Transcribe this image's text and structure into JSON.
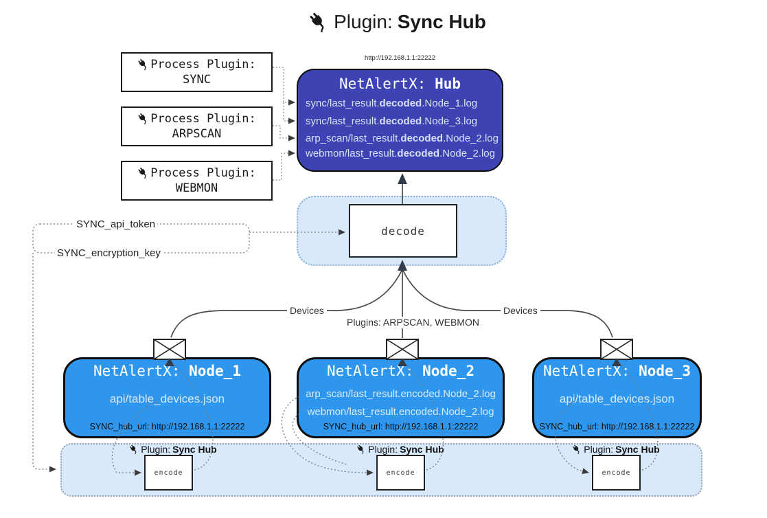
{
  "title": {
    "icon": "plug-icon",
    "prefix": "Plugin: ",
    "bold": "Sync Hub"
  },
  "process_plugins": [
    {
      "label": "Process Plugin:",
      "name": "SYNC"
    },
    {
      "label": "Process Plugin:",
      "name": "ARPSCAN"
    },
    {
      "label": "Process Plugin:",
      "name": "WEBMON"
    }
  ],
  "hub": {
    "url": "http://192.168.1.1:22222",
    "title_prefix": "NetAlertX: ",
    "title_bold": "Hub",
    "lines": [
      {
        "pre": "sync/last_result.",
        "bold": "decoded",
        "post": ".Node_1.log"
      },
      {
        "pre": "sync/last_result.",
        "bold": "decoded",
        "post": ".Node_3.log"
      },
      {
        "pre": "arp_scan/last_result.",
        "bold": "decoded",
        "post": ".Node_2.log"
      },
      {
        "pre": "webmon/last_result.",
        "bold": "decoded",
        "post": ".Node_2.log"
      }
    ]
  },
  "decode": {
    "label": "decode"
  },
  "config": {
    "api_token": "SYNC_api_token",
    "encryption_key": "SYNC_encryption_key"
  },
  "edge_labels": {
    "devices_left": "Devices",
    "plugins_middle": "Plugins: ARPSCAN, WEBMON",
    "devices_right": "Devices"
  },
  "nodes": [
    {
      "title_prefix": "NetAlertX: ",
      "title_bold": "Node_1",
      "line1": "api/table_devices.json",
      "hub_url": "SYNC_hub_url: http://192.168.1.1:22222"
    },
    {
      "title_prefix": "NetAlertX: ",
      "title_bold": "Node_2",
      "line1": "arp_scan/last_result.encoded.Node_2.log",
      "line2": "webmon/last_result.encoded.Node_2.log",
      "hub_url": "SYNC_hub_url: http://192.168.1.1:22222"
    },
    {
      "title_prefix": "NetAlertX: ",
      "title_bold": "Node_3",
      "line1": "api/table_devices.json",
      "hub_url": "SYNC_hub_url: http://192.168.1.1:22222"
    }
  ],
  "encoders": [
    {
      "label_prefix": "Plugin: ",
      "label_bold": "Sync Hub",
      "box_label": "encode"
    },
    {
      "label_prefix": "Plugin: ",
      "label_bold": "Sync Hub",
      "box_label": "encode"
    },
    {
      "label_prefix": "Plugin: ",
      "label_bold": "Sync Hub",
      "box_label": "encode"
    }
  ],
  "icons": {
    "plug": "plug-icon",
    "envelope": "envelope-icon"
  },
  "colors": {
    "hub-bg": "#3d43b3",
    "hub-line-text": "#d8e0f5",
    "node-bg": "#2e96ec",
    "node-line-text": "#d8ecfd",
    "band-bg": "#d7e9fb",
    "decode-band-border": "#85aed6",
    "bottom-band-border": "#98a2ad",
    "solid-line": "#4a4a4a",
    "dotted-line": "#777777",
    "arrow-dark": "#323c4a"
  }
}
